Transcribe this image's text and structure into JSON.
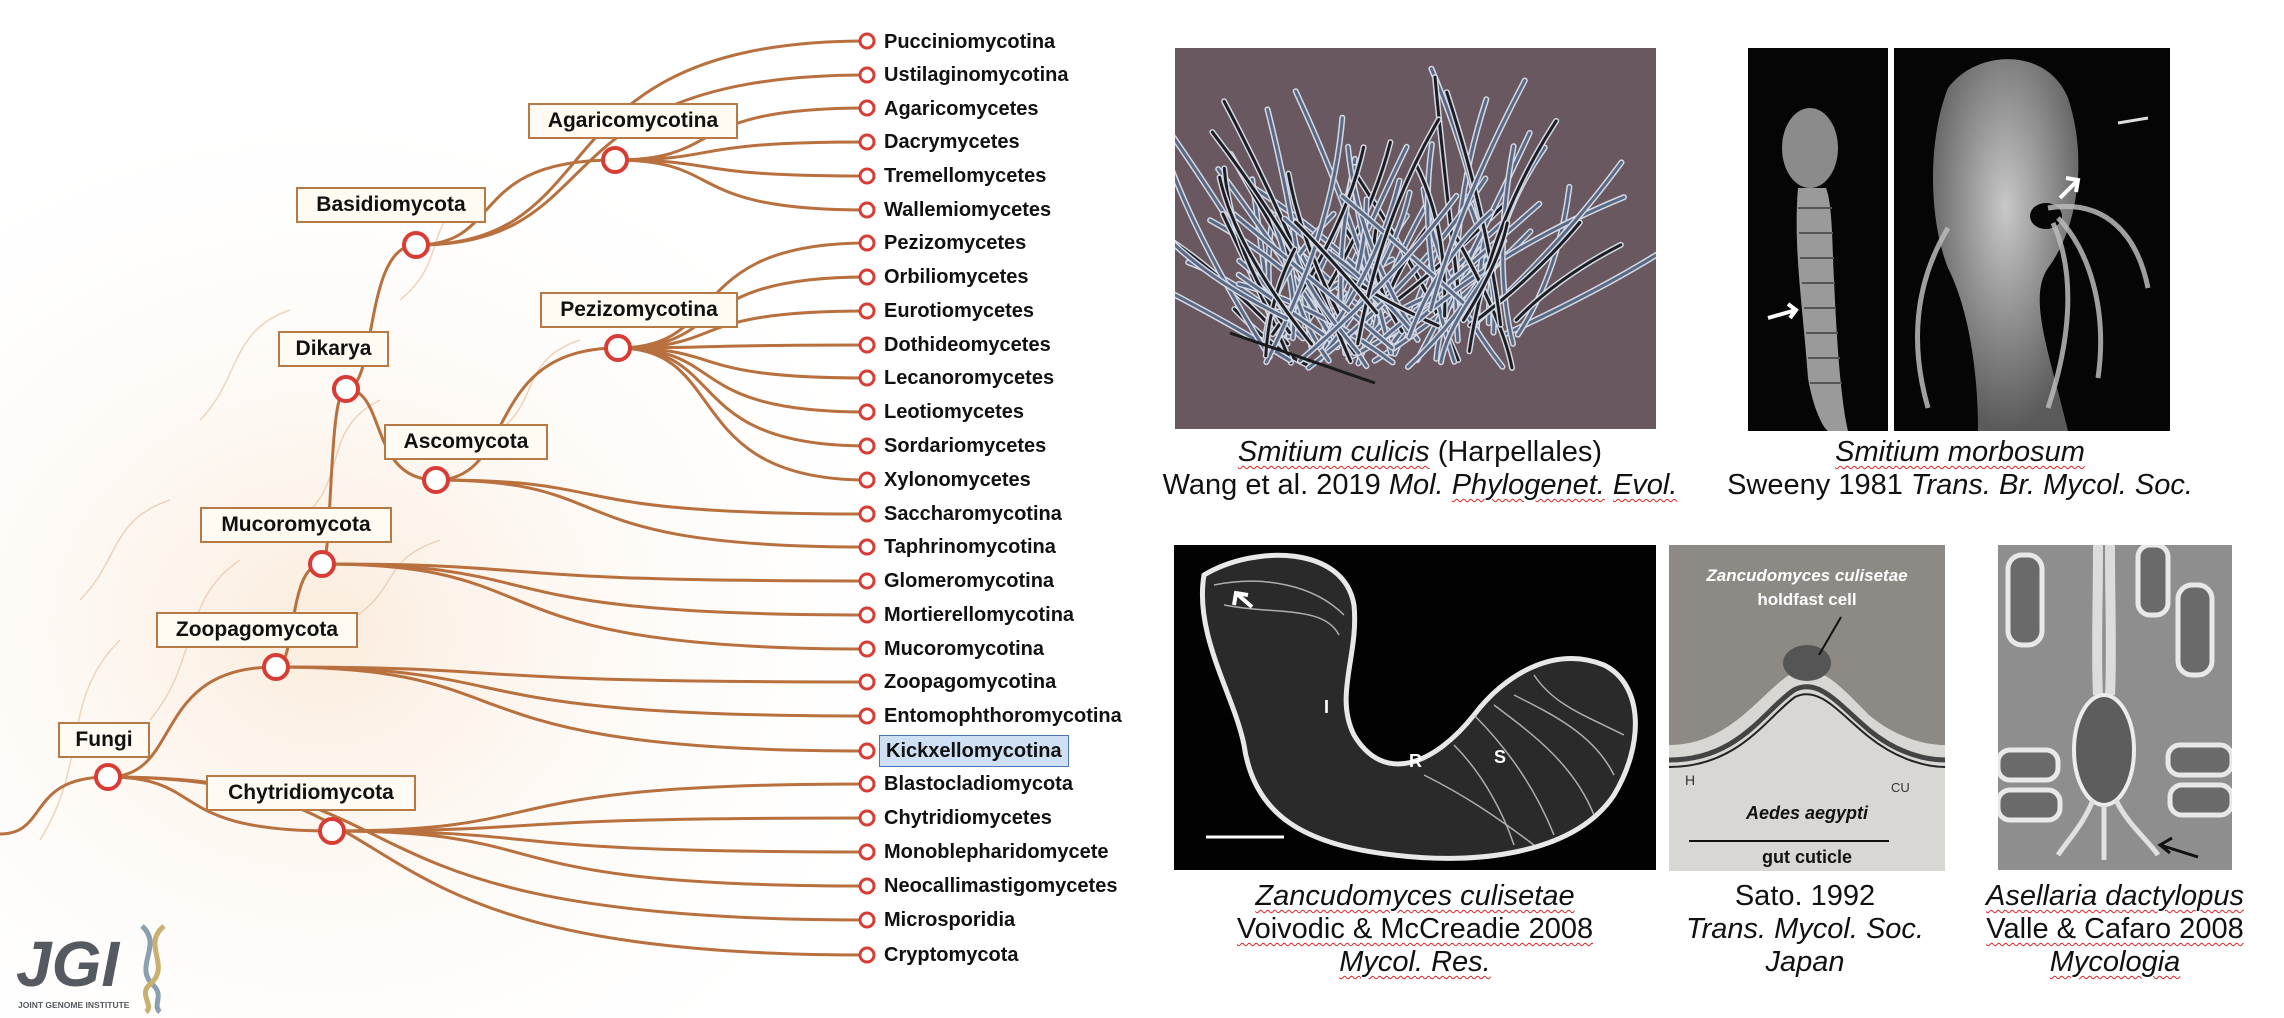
{
  "tree": {
    "root": "Fungi",
    "internal_nodes": [
      "Fungi",
      "Zoopagomycota",
      "Chytridiomycota",
      "Mucoromycota",
      "Dikarya",
      "Ascomycota",
      "Basidiomycota",
      "Agaricomycotina",
      "Pezizomycotina"
    ],
    "leaves": [
      "Pucciniomycotina",
      "Ustilaginomycotina",
      "Agaricomycetes",
      "Dacrymycetes",
      "Tremellomycetes",
      "Wallemiomycetes",
      "Pezizomycetes",
      "Orbiliomycetes",
      "Eurotiomycetes",
      "Dothideomycetes",
      "Lecanoromycetes",
      "Leotiomycetes",
      "Sordariomycetes",
      "Xylonomycetes",
      "Saccharomycotina",
      "Taphrinomycotina",
      "Glomeromycotina",
      "Mortierellomycotina",
      "Mucoromycotina",
      "Zoopagomycotina",
      "Entomophthoromycotina",
      "Kickxellomycotina",
      "Blastocladiomycota",
      "Chytridiomycetes",
      "Monoblepharidomycete",
      "Neocallimastigomycetes",
      "Microsporidia",
      "Cryptomycota"
    ],
    "selected_leaf": "Kickxellomycotina",
    "branch_color": "#b8703e",
    "node_marker_color": "#d83c34"
  },
  "captions": {
    "smitium_culicis": {
      "l1_it": "Smitium culicis",
      "l1_rest": " (Harpellales)",
      "l2_a": "Wang et al. 2019 ",
      "l2_b": "Mol.",
      "l2_c": "Phylogenet.",
      "l2_d": "Evol."
    },
    "smitium_morbosum": {
      "l1": "Smitium morbosum",
      "l2_a": "Sweeny 1981 ",
      "l2_b": "Trans. Br. Mycol. Soc."
    },
    "zancudomyces": {
      "l1": "Zancudomyces culisetae",
      "l2": "Voivodic & McCreadie 2008",
      "l3": "Mycol. Res."
    },
    "sato": {
      "l1": "Sato. 1992",
      "l2": "Trans. Mycol. Soc.",
      "l3": "Japan"
    },
    "asellaria": {
      "l1": "Asellaria dactylopus",
      "l2": "Valle & Cafaro 2008",
      "l3": "Mycologia"
    }
  },
  "photo_labels": {
    "sato_title_1": "Zancudomyces culisetae",
    "sato_title_2": "holdfast cell",
    "sato_bottom_1": "Aedes aegypti",
    "sato_bottom_2": "gut cuticle",
    "sato_h": "H",
    "sato_cu": "CU",
    "zanc_i": "I",
    "zanc_r": "R",
    "zanc_s": "S"
  },
  "logo": {
    "text": "JGI",
    "subtitle": "JOINT GENOME INSTITUTE"
  }
}
